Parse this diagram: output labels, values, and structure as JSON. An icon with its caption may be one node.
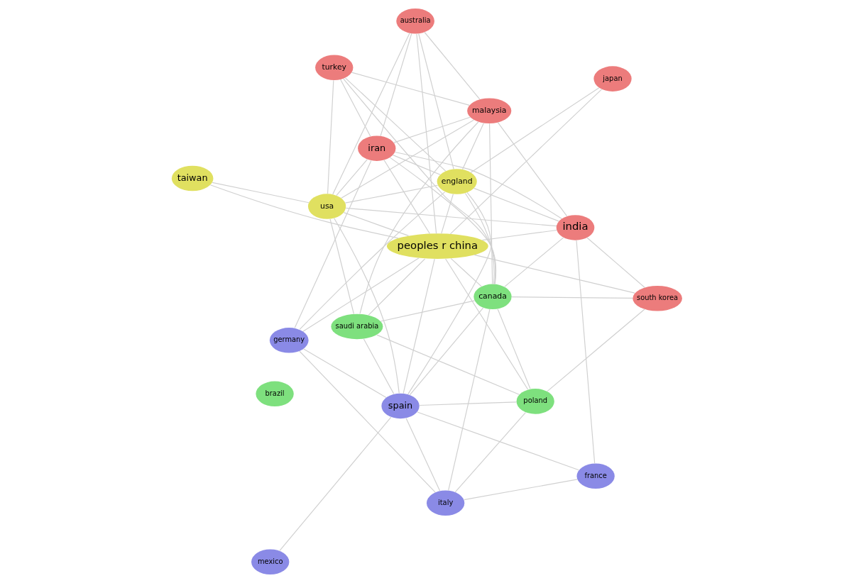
{
  "diagram": {
    "nodes": [
      {
        "text": [
          "turkey"
        ]
      },
      {
        "text": [
          "australia"
        ]
      },
      {
        "text": [
          "malaysia"
        ]
      },
      {
        "text": [
          "iran"
        ]
      },
      {
        "text": [
          "germany"
        ]
      },
      {
        "text": [
          "england"
        ]
      },
      {
        "text": [
          "usa"
        ]
      },
      {
        "text": [
          "spain"
        ]
      },
      {
        "text": [
          "mexico"
        ]
      },
      {
        "text": [
          "japan"
        ]
      },
      {
        "text": [
          "france"
        ]
      },
      {
        "text": [
          "peoples r china"
        ]
      },
      {
        "text": [
          "india"
        ]
      },
      {
        "text": [
          "italy"
        ]
      },
      {
        "text": [
          "taiwan"
        ]
      },
      {
        "text": [
          "south korea"
        ]
      },
      {
        "text": [
          "brazil"
        ]
      },
      {
        "text": [
          "canada"
        ]
      },
      {
        "text": [
          "saudi arabia"
        ]
      },
      {
        "text": [
          "poland"
        ]
      }
    ],
    "edges": [
      {
        "from": 0,
        "to": 2,
        "arrow": "none"
      },
      {
        "from": 0,
        "to": 6,
        "arrow": "none"
      },
      {
        "from": 0,
        "to": 5,
        "arrow": "none"
      },
      {
        "from": 0,
        "to": 3,
        "arrow": "none"
      },
      {
        "from": 0,
        "to": 17,
        "arrow": "none"
      },
      {
        "from": 1,
        "to": 3,
        "arrow": "none"
      },
      {
        "from": 1,
        "to": 2,
        "arrow": "none"
      },
      {
        "from": 1,
        "to": 5,
        "arrow": "none"
      },
      {
        "from": 1,
        "to": 6,
        "arrow": "none"
      },
      {
        "from": 1,
        "to": 11,
        "arrow": "none"
      },
      {
        "from": 2,
        "to": 3,
        "arrow": "none"
      },
      {
        "from": 2,
        "to": 6,
        "arrow": "none"
      },
      {
        "from": 2,
        "to": 5,
        "arrow": "none"
      },
      {
        "from": 2,
        "to": 12,
        "arrow": "none"
      },
      {
        "from": 2,
        "to": 17,
        "arrow": "none"
      },
      {
        "from": 2,
        "to": 18,
        "arrow": "none"
      },
      {
        "from": 3,
        "to": 4,
        "arrow": "none"
      },
      {
        "from": 3,
        "to": 6,
        "arrow": "none"
      },
      {
        "from": 3,
        "to": 5,
        "arrow": "none"
      },
      {
        "from": 3,
        "to": 11,
        "arrow": "none"
      },
      {
        "from": 3,
        "to": 12,
        "arrow": "none"
      },
      {
        "from": 3,
        "to": 17,
        "arrow": "none"
      },
      {
        "from": 4,
        "to": 5,
        "arrow": "none"
      },
      {
        "from": 4,
        "to": 11,
        "arrow": "none"
      },
      {
        "from": 4,
        "to": 7,
        "arrow": "none"
      },
      {
        "from": 4,
        "to": 13,
        "arrow": "none"
      },
      {
        "from": 5,
        "to": 6,
        "arrow": "none"
      },
      {
        "from": 5,
        "to": 7,
        "arrow": "none"
      },
      {
        "from": 5,
        "to": 11,
        "arrow": "none"
      },
      {
        "from": 5,
        "to": 12,
        "arrow": "none"
      },
      {
        "from": 5,
        "to": 9,
        "arrow": "none"
      },
      {
        "from": 5,
        "to": 17,
        "arrow": "none"
      },
      {
        "from": 6,
        "to": 7,
        "arrow": "none"
      },
      {
        "from": 6,
        "to": 12,
        "arrow": "none"
      },
      {
        "from": 6,
        "to": 14,
        "arrow": "none"
      },
      {
        "from": 6,
        "to": 11,
        "arrow": "none"
      },
      {
        "from": 6,
        "to": 18,
        "arrow": "none"
      },
      {
        "from": 7,
        "to": 8,
        "arrow": "none"
      },
      {
        "from": 7,
        "to": 10,
        "arrow": "none"
      },
      {
        "from": 7,
        "to": 13,
        "arrow": "none"
      },
      {
        "from": 7,
        "to": 11,
        "arrow": "none"
      },
      {
        "from": 7,
        "to": 17,
        "arrow": "none"
      },
      {
        "from": 7,
        "to": 18,
        "arrow": "none"
      },
      {
        "from": 7,
        "to": 19,
        "arrow": "none"
      },
      {
        "from": 9,
        "to": 11,
        "arrow": "none"
      },
      {
        "from": 11,
        "to": 12,
        "arrow": "none"
      },
      {
        "from": 11,
        "to": 14,
        "arrow": "none"
      },
      {
        "from": 11,
        "to": 15,
        "arrow": "none"
      },
      {
        "from": 11,
        "to": 17,
        "arrow": "none"
      },
      {
        "from": 11,
        "to": 18,
        "arrow": "none"
      },
      {
        "from": 11,
        "to": 19,
        "arrow": "none"
      },
      {
        "from": 12,
        "to": 15,
        "arrow": "none"
      },
      {
        "from": 12,
        "to": 17,
        "arrow": "none"
      },
      {
        "from": 12,
        "to": 10,
        "arrow": "none"
      },
      {
        "from": 13,
        "to": 10,
        "arrow": "none"
      },
      {
        "from": 13,
        "to": 17,
        "arrow": "none"
      },
      {
        "from": 13,
        "to": 19,
        "arrow": "none"
      },
      {
        "from": 15,
        "to": 17,
        "arrow": "none"
      },
      {
        "from": 15,
        "to": 19,
        "arrow": "none"
      },
      {
        "from": 17,
        "to": 19,
        "arrow": "none"
      },
      {
        "from": 17,
        "to": 18,
        "arrow": "none"
      },
      {
        "from": 18,
        "to": 19,
        "arrow": "none"
      }
    ]
  }
}
